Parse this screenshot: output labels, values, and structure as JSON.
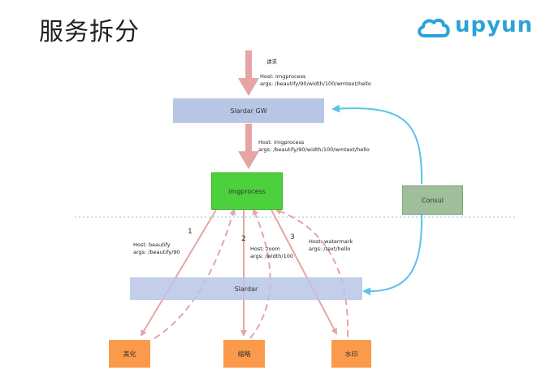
{
  "title": "服务拆分",
  "logo": {
    "text": "upyun",
    "icon": "cloud-icon",
    "color": "#2aa3d8"
  },
  "labels": {
    "request": "请求",
    "host_top": "Host: imgprocess",
    "args_top": "args: /beautify/90/width/100/wmtext/hello",
    "host_mid": "Host: imgprocess",
    "args_mid": "args: /beautify/90/width/100/wmtext/hello",
    "host_beautify": "Host: beautify",
    "args_beautify": "args: /beautify/90",
    "host_zoom": "Host: zoom",
    "args_zoom": "args: /width/100",
    "host_watermark": "Host: watermark",
    "args_watermark": "args: /text/hello"
  },
  "numbers": [
    "1",
    "2",
    "3"
  ],
  "nodes": {
    "gateway": "Slardar GW",
    "imgprocess": "imgprocess",
    "consul": "Consul",
    "slardar": "Slardar",
    "beautify": "美化",
    "zoom": "缩略",
    "watermark": "水印"
  },
  "colors": {
    "gateway_fill": "#b8c6e6",
    "imgprocess_fill": "#4cd13c",
    "consul_fill": "#9fbf9a",
    "service_fill": "#fb9a4a",
    "arrow_pink": "#e6a5a5",
    "arrow_blue": "#5bc3ec"
  }
}
